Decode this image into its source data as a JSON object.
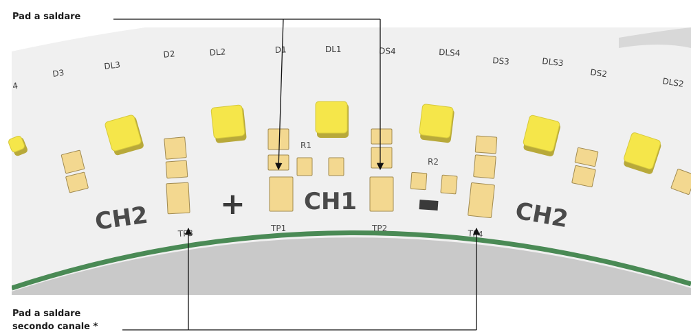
{
  "callouts": {
    "top_label": "Pad a saldare",
    "bottom_label_line1": "Pad a saldare",
    "bottom_label_line2": "secondo canale *"
  },
  "board": {
    "designators_top": [
      "4",
      "D3",
      "DL3",
      "D2",
      "DL2",
      "D1",
      "DL1",
      "DS4",
      "DLS4",
      "DS3",
      "DLS3",
      "DS2",
      "DLS2"
    ],
    "resistors": [
      "R1",
      "R2"
    ],
    "test_points": [
      "TP3",
      "TP1",
      "TP2",
      "TP4"
    ],
    "channel_labels": [
      "CH2",
      "CH1",
      "CH2"
    ],
    "polarity": [
      "+",
      "-"
    ]
  },
  "colors": {
    "board": "#f0f0f0",
    "led": "#f5e64a",
    "pad": "#f3d890",
    "substrate_edge": "#4a8a55",
    "cutout": "#c9c9c9",
    "silkscreen": "#4a4a4a"
  }
}
